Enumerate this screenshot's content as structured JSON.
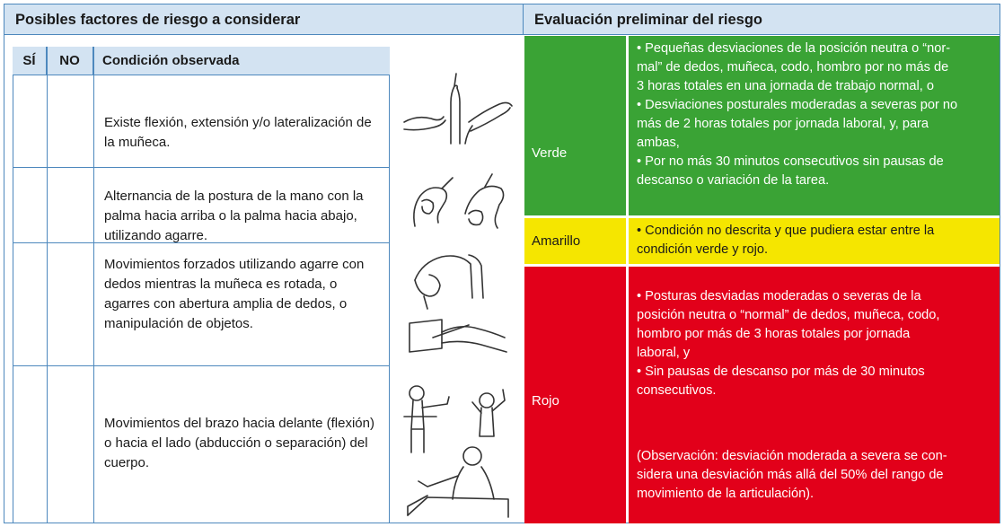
{
  "left_header": "Posibles factores de riesgo a considerar",
  "right_header": "Evaluación preliminar del riesgo",
  "table": {
    "col_si": "SÍ",
    "col_no": "NO",
    "col_condition": "Condición observada",
    "rows": [
      {
        "condition": "Existe flexión, extensión y/o lateralización de la muñeca.",
        "illustration": "wrist-positions-drawing"
      },
      {
        "condition": "Alternancia de la postura de la mano con la palma hacia arriba o la palma hacia abajo, utilizando agarre.",
        "illustration": "palm-up-down-grip-drawing"
      },
      {
        "condition": "Movimientos forzados utilizando agarre con dedos mientras la muñeca es rotada, o agarres con abertura amplia de dedos, o manipulación de objetos.",
        "illustration": "forced-grip-drawing"
      },
      {
        "condition": "Movimientos del brazo hacia delante (flexión) o hacia el lado (abducción o separación) del cuerpo.",
        "illustration": "arm-flexion-abduction-drawing"
      }
    ]
  },
  "evaluation": [
    {
      "level": "Verde",
      "color": "#3aa335",
      "bullets": [
        "• Pequeñas desviaciones de la posición neutra o “nor-",
        "mal” de dedos, muñeca, codo, hombro por no más de",
        "3 horas totales en una jornada de trabajo normal, o",
        "• Desviaciones posturales moderadas a severas por no",
        "más de 2 horas totales por jornada laboral, y, para",
        "ambas,",
        "• Por no más 30 minutos consecutivos sin pausas de",
        "descanso o variación de la tarea."
      ]
    },
    {
      "level": "Amarillo",
      "color": "#f5e600",
      "bullets": [
        "• Condición no descrita y que pudiera estar entre la",
        "condición verde y rojo."
      ]
    },
    {
      "level": "Rojo",
      "color": "#e2001a",
      "bullets": [
        "• Posturas desviadas moderadas o severas de la",
        "posición neutra o “normal” de dedos, muñeca, codo,",
        "hombro por más de 3 horas totales por jornada",
        "laboral, y",
        "• Sin pausas de descanso por más de 30 minutos",
        "consecutivos."
      ],
      "note": [
        "(Observación: desviación moderada a severa se con-",
        "sidera una desviación más allá del 50% del rango de",
        "movimiento de la articulación)."
      ]
    }
  ]
}
